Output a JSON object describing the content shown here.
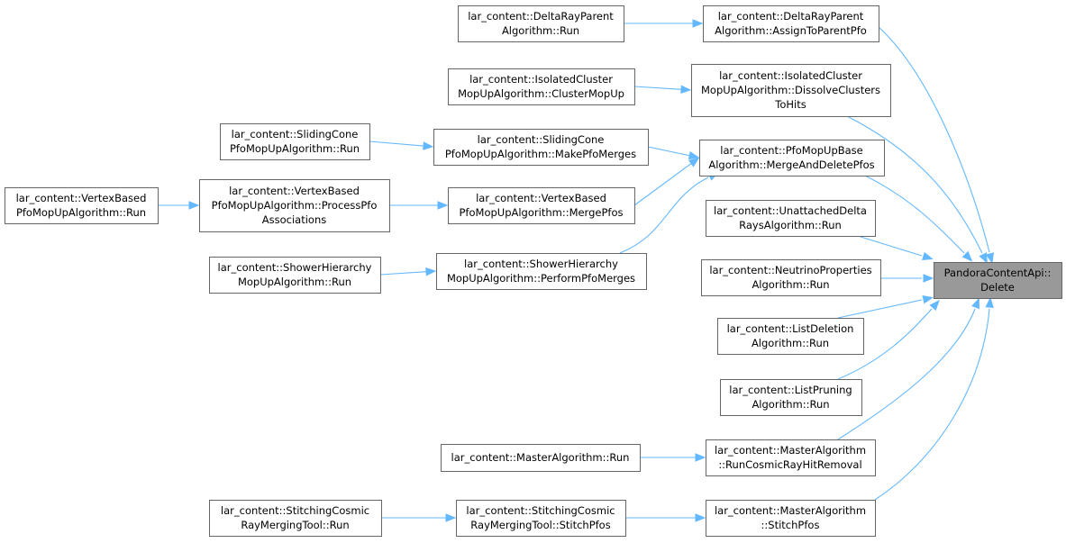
{
  "graph": {
    "nodes": [
      {
        "id": "target",
        "lines": [
          "PandoraContentApi::",
          "Delete"
        ],
        "highlight": true
      },
      {
        "id": "drp_assign",
        "lines": [
          "lar_content::DeltaRayParent",
          "Algorithm::AssignToParentPfo"
        ]
      },
      {
        "id": "drp_run",
        "lines": [
          "lar_content::DeltaRayParent",
          "Algorithm::Run"
        ]
      },
      {
        "id": "icm_dissolve",
        "lines": [
          "lar_content::IsolatedCluster",
          "MopUpAlgorithm::DissolveClusters",
          "ToHits"
        ]
      },
      {
        "id": "icm_clustermopup",
        "lines": [
          "lar_content::IsolatedCluster",
          "MopUpAlgorithm::ClusterMopUp"
        ]
      },
      {
        "id": "pfo_merge_delete",
        "lines": [
          "lar_content::PfoMopUpBase",
          "Algorithm::MergeAndDeletePfos"
        ]
      },
      {
        "id": "scm_make",
        "lines": [
          "lar_content::SlidingCone",
          "PfoMopUpAlgorithm::MakePfoMerges"
        ]
      },
      {
        "id": "scm_run",
        "lines": [
          "lar_content::SlidingCone",
          "PfoMopUpAlgorithm::Run"
        ]
      },
      {
        "id": "vb_merge",
        "lines": [
          "lar_content::VertexBased",
          "PfoMopUpAlgorithm::MergePfos"
        ]
      },
      {
        "id": "vb_process",
        "lines": [
          "lar_content::VertexBased",
          "PfoMopUpAlgorithm::ProcessPfo",
          "Associations"
        ]
      },
      {
        "id": "vb_run",
        "lines": [
          "lar_content::VertexBased",
          "PfoMopUpAlgorithm::Run"
        ]
      },
      {
        "id": "sh_perform",
        "lines": [
          "lar_content::ShowerHierarchy",
          "MopUpAlgorithm::PerformPfoMerges"
        ]
      },
      {
        "id": "sh_run",
        "lines": [
          "lar_content::ShowerHierarchy",
          "MopUpAlgorithm::Run"
        ]
      },
      {
        "id": "udr_run",
        "lines": [
          "lar_content::UnattachedDelta",
          "RaysAlgorithm::Run"
        ]
      },
      {
        "id": "np_run",
        "lines": [
          "lar_content::NeutrinoProperties",
          "Algorithm::Run"
        ]
      },
      {
        "id": "ld_run",
        "lines": [
          "lar_content::ListDeletion",
          "Algorithm::Run"
        ]
      },
      {
        "id": "lp_run",
        "lines": [
          "lar_content::ListPruning",
          "Algorithm::Run"
        ]
      },
      {
        "id": "ma_cosmic",
        "lines": [
          "lar_content::MasterAlgorithm",
          "::RunCosmicRayHitRemoval"
        ]
      },
      {
        "id": "ma_run",
        "lines": [
          "lar_content::MasterAlgorithm::Run"
        ]
      },
      {
        "id": "ma_stitch",
        "lines": [
          "lar_content::MasterAlgorithm",
          "::StitchPfos"
        ]
      },
      {
        "id": "scr_stitch",
        "lines": [
          "lar_content::StitchingCosmic",
          "RayMergingTool::StitchPfos"
        ]
      },
      {
        "id": "scr_run",
        "lines": [
          "lar_content::StitchingCosmic",
          "RayMergingTool::Run"
        ]
      }
    ],
    "edges": [
      {
        "from": "drp_run",
        "to": "drp_assign"
      },
      {
        "from": "icm_clustermopup",
        "to": "icm_dissolve"
      },
      {
        "from": "scm_run",
        "to": "scm_make"
      },
      {
        "from": "scm_make",
        "to": "pfo_merge_delete"
      },
      {
        "from": "vb_merge",
        "to": "pfo_merge_delete"
      },
      {
        "from": "sh_perform",
        "to": "pfo_merge_delete"
      },
      {
        "from": "vb_run",
        "to": "vb_process"
      },
      {
        "from": "vb_process",
        "to": "vb_merge"
      },
      {
        "from": "sh_run",
        "to": "sh_perform"
      },
      {
        "from": "ma_run",
        "to": "ma_cosmic"
      },
      {
        "from": "scr_run",
        "to": "scr_stitch"
      },
      {
        "from": "scr_stitch",
        "to": "ma_stitch"
      },
      {
        "from": "drp_assign",
        "to": "target"
      },
      {
        "from": "icm_dissolve",
        "to": "target"
      },
      {
        "from": "pfo_merge_delete",
        "to": "target"
      },
      {
        "from": "udr_run",
        "to": "target"
      },
      {
        "from": "np_run",
        "to": "target"
      },
      {
        "from": "ld_run",
        "to": "target"
      },
      {
        "from": "lp_run",
        "to": "target"
      },
      {
        "from": "ma_cosmic",
        "to": "target"
      },
      {
        "from": "ma_stitch",
        "to": "target"
      }
    ],
    "colors": {
      "edge": "#63b8ff",
      "node_border": "#666666",
      "node_fill": "#ffffff",
      "highlight_fill": "#999999"
    }
  }
}
